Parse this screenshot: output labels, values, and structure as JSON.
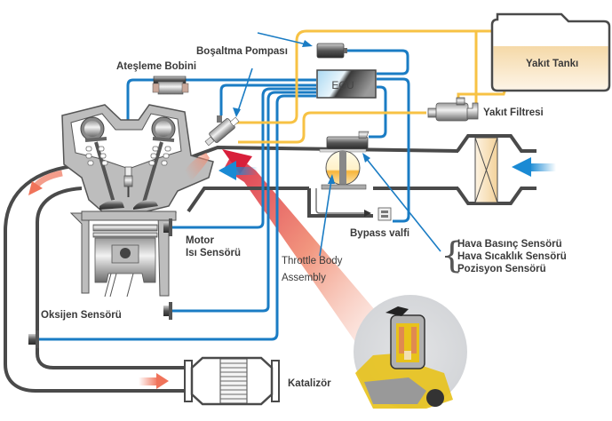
{
  "title": "Elektronik yakıt enjeksiyon sistemi şeması",
  "labels": {
    "bosaltma_pompasi": "Boşaltma Pompası",
    "atesleme_bobini": "Ateşleme Bobini",
    "yakit_tanki": "Yakıt Tankı",
    "yakit_filtresi": "Yakıt Filtresi",
    "ecu": "ECU",
    "motor_isi_sensoru": [
      "Motor",
      "Isı Sensörü"
    ],
    "throttle_body": [
      "Throttle Body",
      "Assembly"
    ],
    "bypass_valfi": "Bypass valfi",
    "sensor_group": [
      "Hava Basınç Sensörü",
      "Hava Sıcaklık Sensörü",
      "Pozisyon Sensörü"
    ],
    "oksijen_sensoru": "Oksijen Sensörü",
    "katalizor": "Katalizör"
  },
  "colors": {
    "wire_blue": "#1a7cc4",
    "fuel_line": "#f7c244",
    "pipe_gray": "#4a4a4a",
    "engine_gray": "#bdbdbd",
    "exhaust_arrow": "#f0735a",
    "air_arrow": "#1a8ad4",
    "highlight_arrow": "#d81f3a",
    "tank_fill": "#f7dfb4",
    "label_text": "#3a3a3a"
  }
}
